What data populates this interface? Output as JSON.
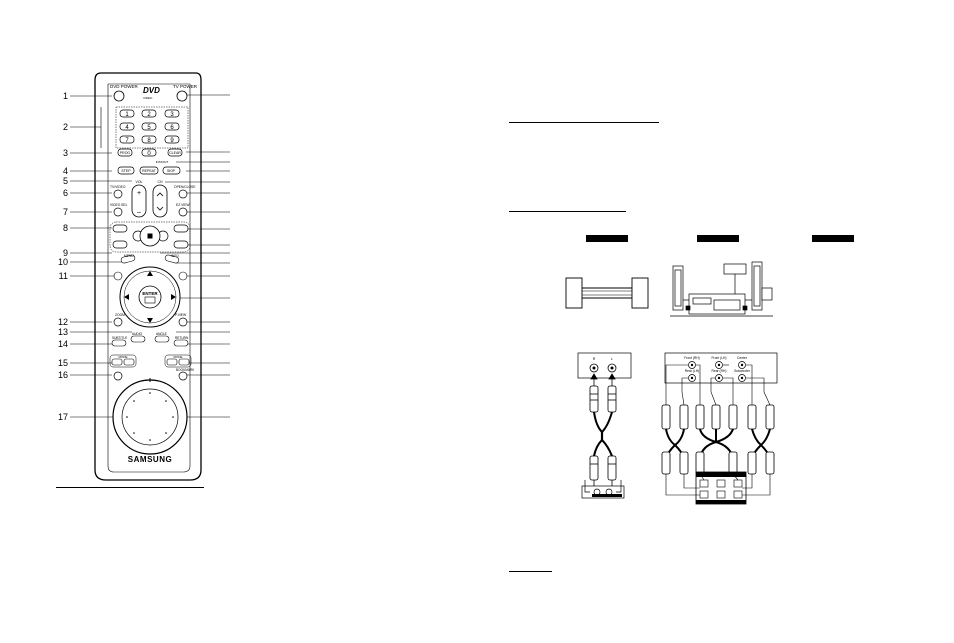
{
  "remote": {
    "callouts_left": [
      "1",
      "2",
      "3",
      "4",
      "5",
      "6",
      "7",
      "8",
      "9",
      "10",
      "11",
      "12",
      "13",
      "14",
      "15",
      "16",
      "17"
    ],
    "labels": {
      "dvd_power": "DVD POWER",
      "tv_power": "TV POWER",
      "dvd_logo": "DVD",
      "video": "VIDEO",
      "prog": "PROG",
      "clear": "CLEAR",
      "step": "STEP",
      "repeat": "REPEAT",
      "skip": "SKIP",
      "instant": "INSTANT",
      "vol": "VOL",
      "ch": "CH",
      "tv_video": "TV/VIDEO",
      "open_close": "OPEN/CLOSE",
      "video_sel": "VIDEO SEL",
      "ez_view": "EZ VIEW",
      "menu": "MENU",
      "info": "INFO",
      "enter": "ENTER",
      "zoom": "ZOOM",
      "pi_view": "P.VIEW",
      "subtitle": "SUBTITLE",
      "audio": "AUDIO",
      "angle": "ANGLE",
      "return": "RETURN",
      "bookmark": "BOOKMARK",
      "mode": "MODE",
      "brand": "SAMSUNG"
    },
    "keys": [
      "1",
      "2",
      "3",
      "4",
      "5",
      "6",
      "7",
      "8",
      "9",
      "0"
    ]
  },
  "rca": {
    "left_labels": [
      "R",
      "L"
    ],
    "surround_labels": [
      "Front (RH)",
      "Front (LH)",
      "Center",
      "Rear (LH)",
      "Rear (RH)",
      "Subwoofer"
    ]
  }
}
